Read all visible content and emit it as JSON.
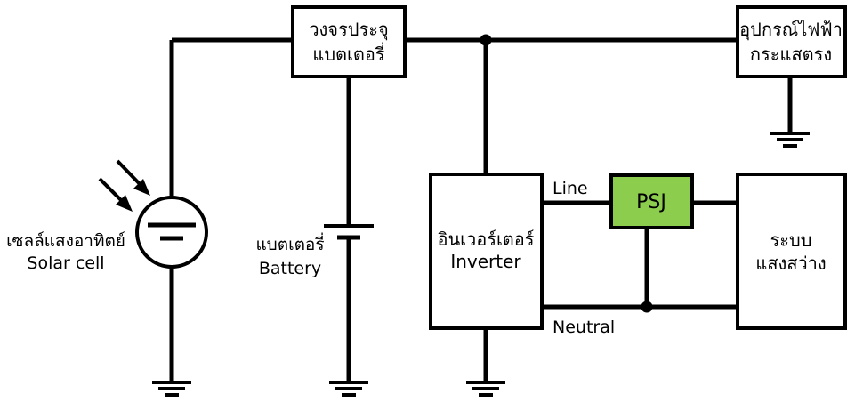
{
  "charge_controller": {
    "line1": "วงจรประจุ",
    "line2": "แบตเตอรี่"
  },
  "appliance": {
    "line1": "อุปกรณ์ไฟฟ้า",
    "line2": "กระแสตรง"
  },
  "solar_cell": {
    "thai": "เซลล์แสงอาทิตย์",
    "english": "Solar cell"
  },
  "battery": {
    "thai": "แบตเตอรี่",
    "english": "Battery"
  },
  "inverter": {
    "thai": "อินเวอร์เตอร์",
    "english": "Inverter"
  },
  "psj": {
    "label": "PSJ",
    "color": "#8ccd4e"
  },
  "lighting": {
    "line1": "ระบบ",
    "line2": "แสงสว่าง"
  },
  "wires": {
    "line": "Line",
    "neutral": "Neutral"
  }
}
